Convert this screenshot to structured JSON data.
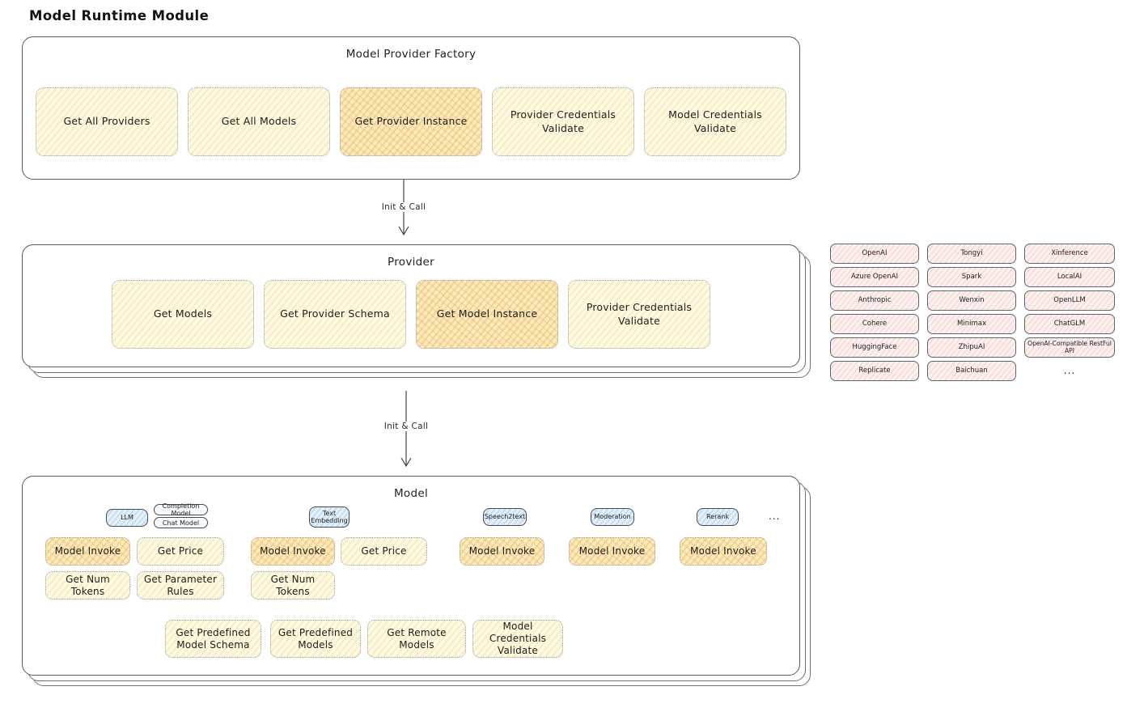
{
  "page": {
    "title": "Model Runtime Module"
  },
  "colors": {
    "node_cream": "#fdf9e3",
    "node_highlight_orange": "#f5c269",
    "tab_blue": "#e3eff9",
    "provider_pink": "#fdf1f0",
    "border_dark": "#565c64",
    "border_dotted": "#9aa0a6"
  },
  "factory": {
    "title": "Model Provider Factory",
    "buttons": [
      {
        "label": "Get All Providers",
        "highlighted": false
      },
      {
        "label": "Get All Models",
        "highlighted": false
      },
      {
        "label": "Get Provider Instance",
        "highlighted": true
      },
      {
        "label": "Provider Credentials Validate",
        "highlighted": false
      },
      {
        "label": "Model Credentials Validate",
        "highlighted": false
      }
    ]
  },
  "arrows": {
    "init_call_1": "Init & Call",
    "init_call_2": "Init & Call"
  },
  "provider": {
    "title": "Provider",
    "buttons": [
      {
        "label": "Get Models",
        "highlighted": false
      },
      {
        "label": "Get Provider Schema",
        "highlighted": false
      },
      {
        "label": "Get Model Instance",
        "highlighted": true
      },
      {
        "label": "Provider Credentials Validate",
        "highlighted": false
      }
    ]
  },
  "provider_list": {
    "items": [
      "OpenAI",
      "Tongyi",
      "Xinference",
      "Azure OpenAI",
      "Spark",
      "LocalAI",
      "Anthropic",
      "Wenxin",
      "OpenLLM",
      "Cohere",
      "Minimax",
      "ChatGLM",
      "HuggingFace",
      "ZhipuAI",
      "OpenAI-Compatible RestFul API",
      "Replicate",
      "Baichuan",
      "..."
    ]
  },
  "model": {
    "title": "Model",
    "tabs": {
      "llm": "LLM",
      "completion_model": "Completion Model",
      "chat_model": "Chat Model",
      "text_embedding": "Text Embedding",
      "speech2text": "Speech2text",
      "moderation": "Moderation",
      "rerank": "Rerank",
      "more": "..."
    },
    "llm_buttons": [
      "Model Invoke",
      "Get Price",
      "Get Num Tokens",
      "Get Parameter Rules"
    ],
    "text_embedding_buttons": [
      "Model Invoke",
      "Get Price",
      "Get Num Tokens"
    ],
    "speech2text_buttons": [
      "Model Invoke"
    ],
    "moderation_buttons": [
      "Model Invoke"
    ],
    "rerank_buttons": [
      "Model Invoke"
    ],
    "bottom_buttons": [
      "Get Predefined Model Schema",
      "Get Predefined Models",
      "Get Remote Models",
      "Model Credentials Validate"
    ]
  }
}
